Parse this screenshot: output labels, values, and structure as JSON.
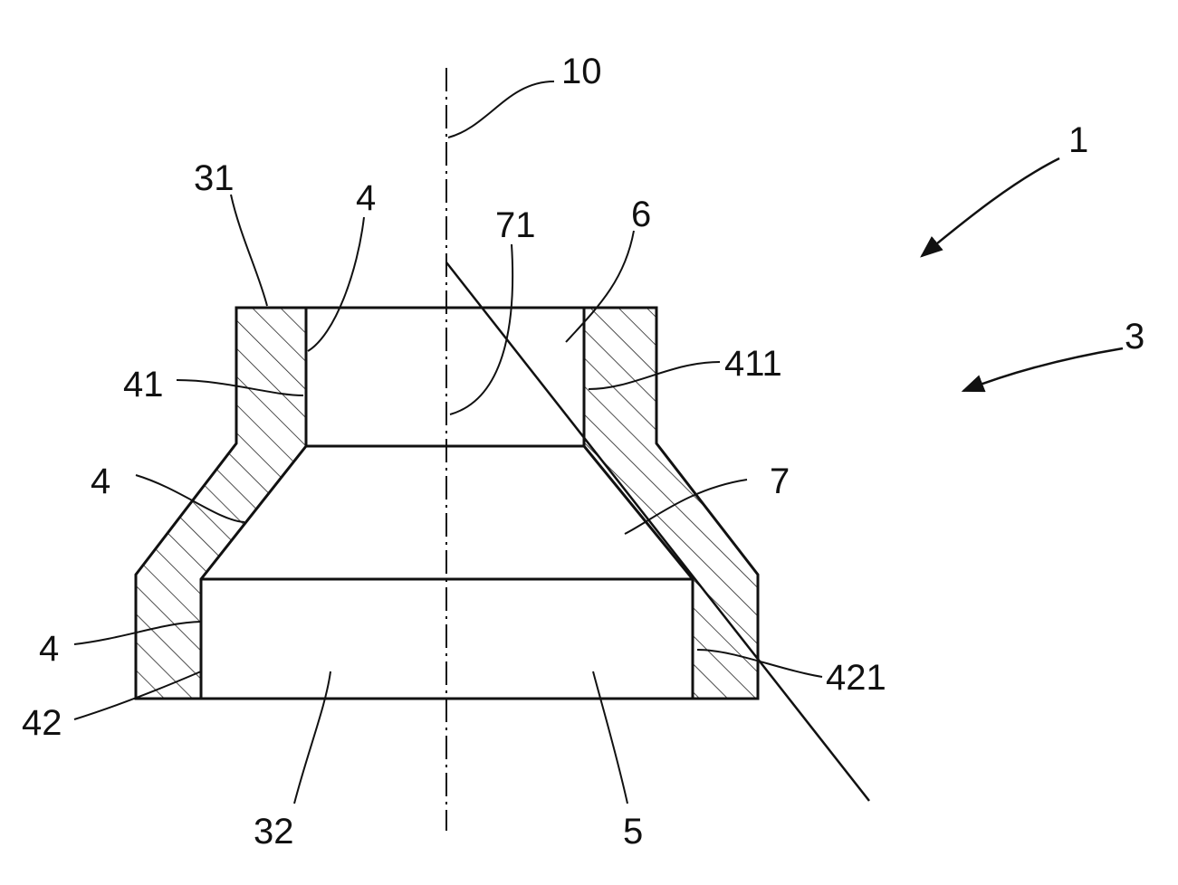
{
  "figure": {
    "labels": {
      "axis": "10",
      "device": "1",
      "body": "3",
      "top_face": "31",
      "wall_top": "4",
      "cone_section": "71",
      "upper_bore": "6",
      "inner_face_left_upper": "41",
      "inner_face_right_upper": "411",
      "wall_middle": "4",
      "cone_bore": "7",
      "wall_lower": "4",
      "inner_face_right_lower": "421",
      "inner_face_left_lower": "42",
      "bottom_face": "32",
      "lower_bore": "5"
    }
  }
}
